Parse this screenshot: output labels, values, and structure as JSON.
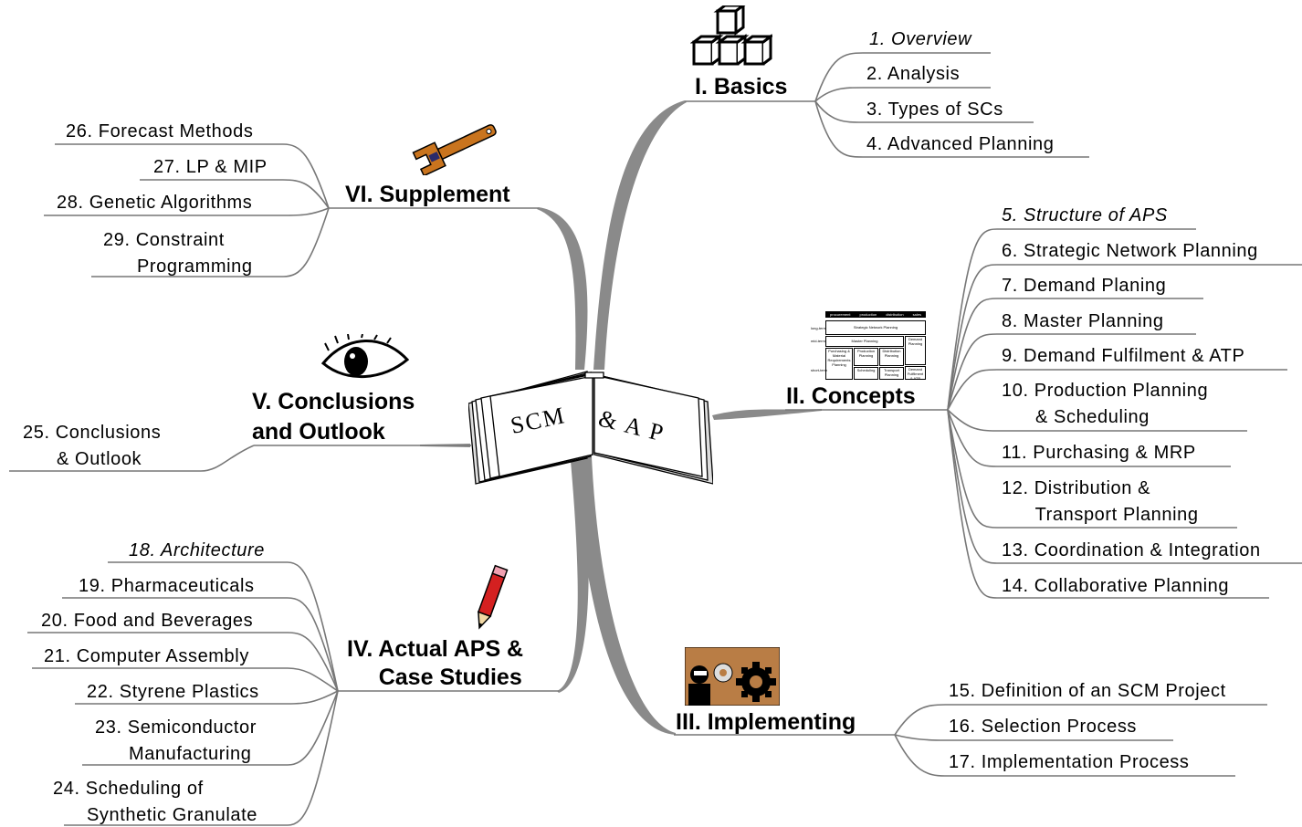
{
  "center": {
    "book_left": "SCM",
    "book_right": "& A P"
  },
  "branches": {
    "basics": {
      "title": "I. Basics",
      "items": [
        "1. Overview",
        "2. Analysis",
        "3. Types of SCs",
        "4. Advanced Planning"
      ]
    },
    "concepts": {
      "title": "II. Concepts",
      "items": [
        "5. Structure of APS",
        "6. Strategic Network Planning",
        "7. Demand Planing",
        "8. Master Planning",
        "9. Demand Fulfilment & ATP",
        "10. Production Planning\n      & Scheduling",
        "11. Purchasing & MRP",
        "12. Distribution &\n      Transport Planning",
        "13. Coordination & Integration",
        "14. Collaborative Planning"
      ]
    },
    "implementing": {
      "title": "III. Implementing",
      "items": [
        "15. Definition of an SCM Project",
        "16. Selection Process",
        "17. Implementation Process"
      ]
    },
    "actual_aps": {
      "title": "IV. Actual APS &\n     Case Studies",
      "items": [
        "18. Architecture",
        "19. Pharmaceuticals",
        "20. Food and Beverages",
        "21. Computer Assembly",
        "22. Styrene Plastics",
        "23. Semiconductor\n      Manufacturing",
        "24. Scheduling of\n      Synthetic Granulate"
      ]
    },
    "conclusions": {
      "title": "V. Conclusions\nand Outlook",
      "items": [
        "25. Conclusions\n      & Outlook"
      ]
    },
    "supplement": {
      "title": "VI. Supplement",
      "items": [
        "26. Forecast Methods",
        "27. LP & MIP",
        "28. Genetic Algorithms",
        "29. Constraint\n      Programming"
      ]
    }
  },
  "icons": {
    "basics": "cubes-icon",
    "concepts": "aps-matrix-icon",
    "implementing": "gears-icon",
    "actual_aps": "pencil-icon",
    "conclusions": "eye-icon",
    "supplement": "wrench-icon",
    "center": "book-icon"
  },
  "aps_matrix": {
    "header": [
      "procurement",
      "production",
      "distribution",
      "sales"
    ],
    "rows": [
      "long-term",
      "mid-term",
      "short-term"
    ],
    "strategic": "Strategic Network Planning",
    "master": "Master Planning",
    "demand": "Demand Planning",
    "purchasing": "Purchasing & Material Requirements Planning",
    "production_planning": "Production Planning",
    "scheduling": "Scheduling",
    "distribution_planning": "Distribution Planning",
    "transport_planning": "Transport Planning",
    "fulfilment": "Demand Fulfilment & ATP"
  },
  "colors": {
    "branch": "#8a8a8a",
    "line": "#777777",
    "text": "#000000",
    "wrench": "#c9741e",
    "pencil": "#d42020",
    "gear_bg": "#b97d45"
  }
}
